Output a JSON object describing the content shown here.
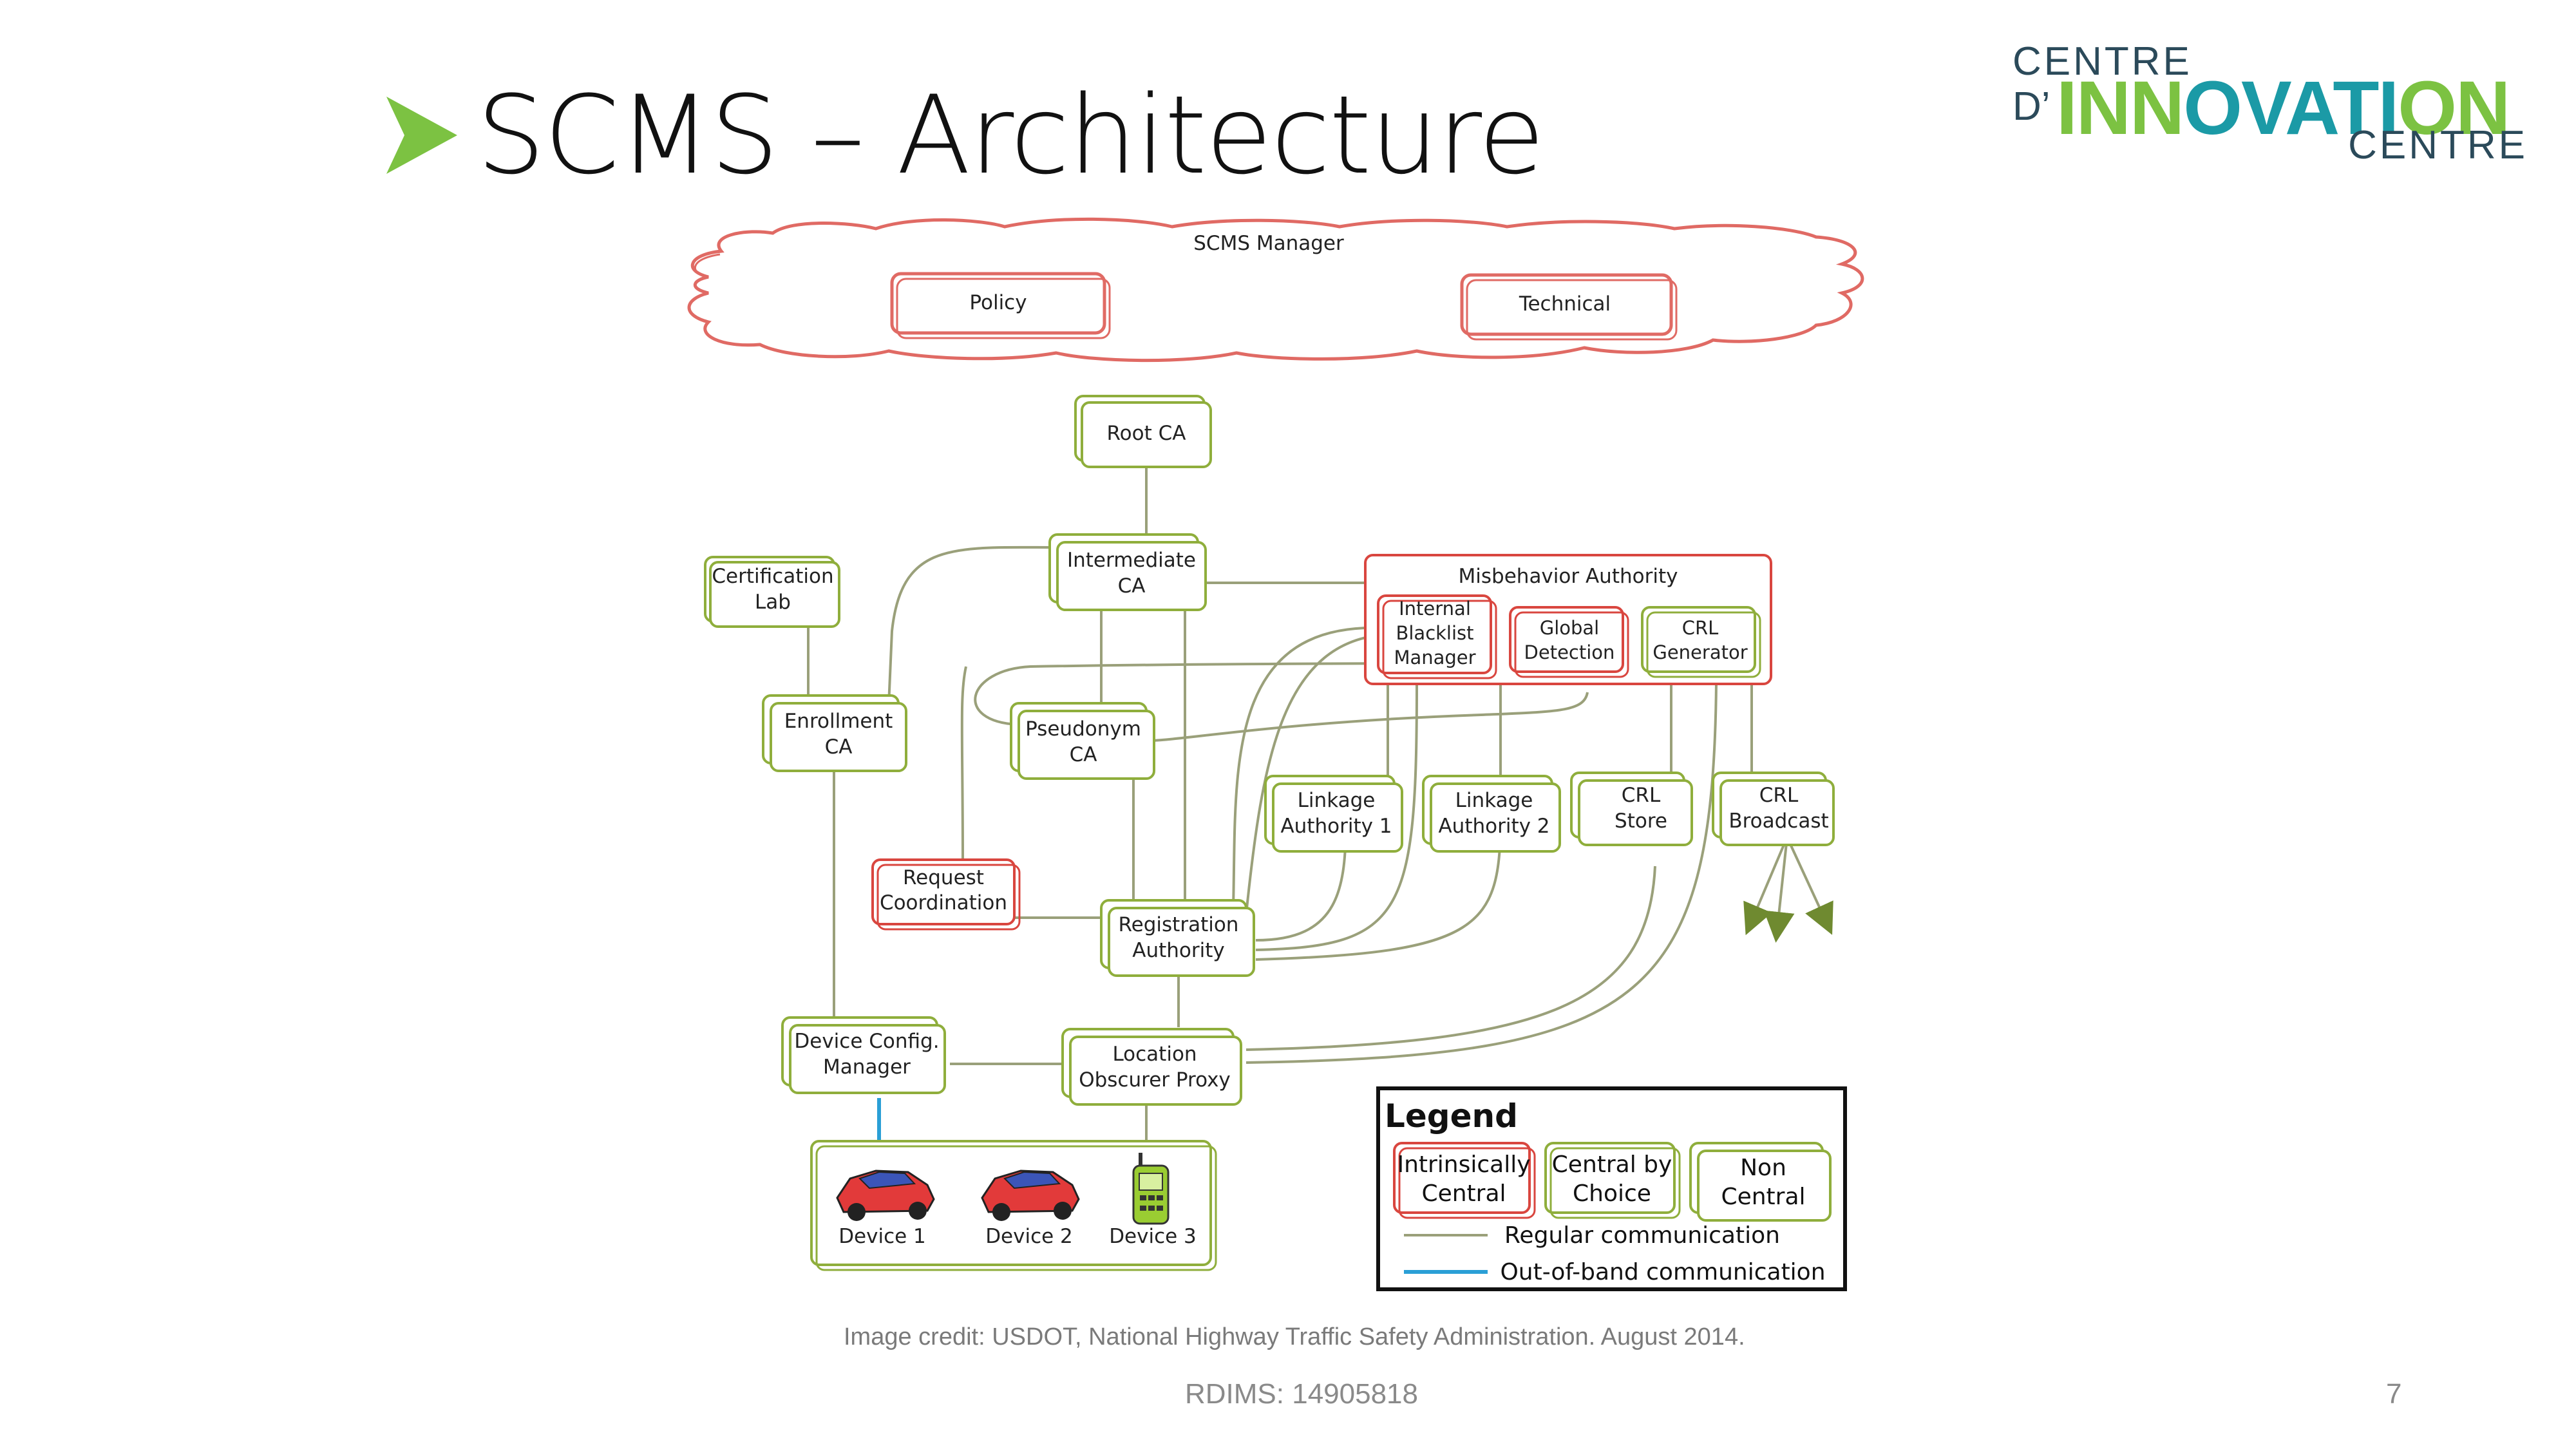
{
  "slide": {
    "title": "SCMS – Architecture",
    "credit": "Image credit: USDOT, National Highway Traffic Safety Administration. August 2014.",
    "footer_id": "RDIMS: 14905818",
    "page_number": "7"
  },
  "logo": {
    "line1": "CENTRE",
    "line2": "D’",
    "big": "INNOVATION",
    "line3": "CENTRE",
    "colors": {
      "green": "#7cc242",
      "teal": "#1b9aa6",
      "navy": "#2b4a5a"
    }
  },
  "colors": {
    "intrinsic_red": "#d9463f",
    "choice_green": "#8fae3c",
    "line_gray": "#9aa07a",
    "out_of_band_blue": "#2a9fd6",
    "title_arrow_green": "#7cc242"
  },
  "diagram": {
    "cloud": {
      "title": "SCMS Manager",
      "policy": "Policy",
      "technical": "Technical"
    },
    "nodes": {
      "root_ca": "Root CA",
      "intermediate_ca": [
        "Intermediate",
        "CA"
      ],
      "certification_lab": [
        "Certification",
        "Lab"
      ],
      "enrollment_ca": [
        "Enrollment",
        "CA"
      ],
      "pseudonym_ca": [
        "Pseudonym",
        "CA"
      ],
      "request_coordination": [
        "Request",
        "Coordination"
      ],
      "registration_authority": [
        "Registration",
        "Authority"
      ],
      "device_config_manager": [
        "Device Config.",
        "Manager"
      ],
      "location_obscurer_proxy": [
        "Location",
        "Obscurer Proxy"
      ],
      "misbehavior_authority": "Misbehavior Authority",
      "internal_blacklist_manager": [
        "Internal",
        "Blacklist",
        "Manager"
      ],
      "global_detection": [
        "Global",
        "Detection"
      ],
      "crl_generator": [
        "CRL",
        "Generator"
      ],
      "linkage_authority_1": [
        "Linkage",
        "Authority 1"
      ],
      "linkage_authority_2": [
        "Linkage",
        "Authority 2"
      ],
      "crl_store": [
        "CRL",
        "Store"
      ],
      "crl_broadcast": [
        "CRL",
        "Broadcast"
      ]
    },
    "devices": [
      "Device 1",
      "Device 2",
      "Device 3"
    ],
    "legend": {
      "title": "Legend",
      "intrinsically_central": [
        "Intrinsically",
        "Central"
      ],
      "central_by_choice": [
        "Central by",
        "Choice"
      ],
      "non_central": [
        "Non",
        "Central"
      ],
      "regular": "Regular communication",
      "out_of_band": "Out-of-band communication"
    }
  }
}
